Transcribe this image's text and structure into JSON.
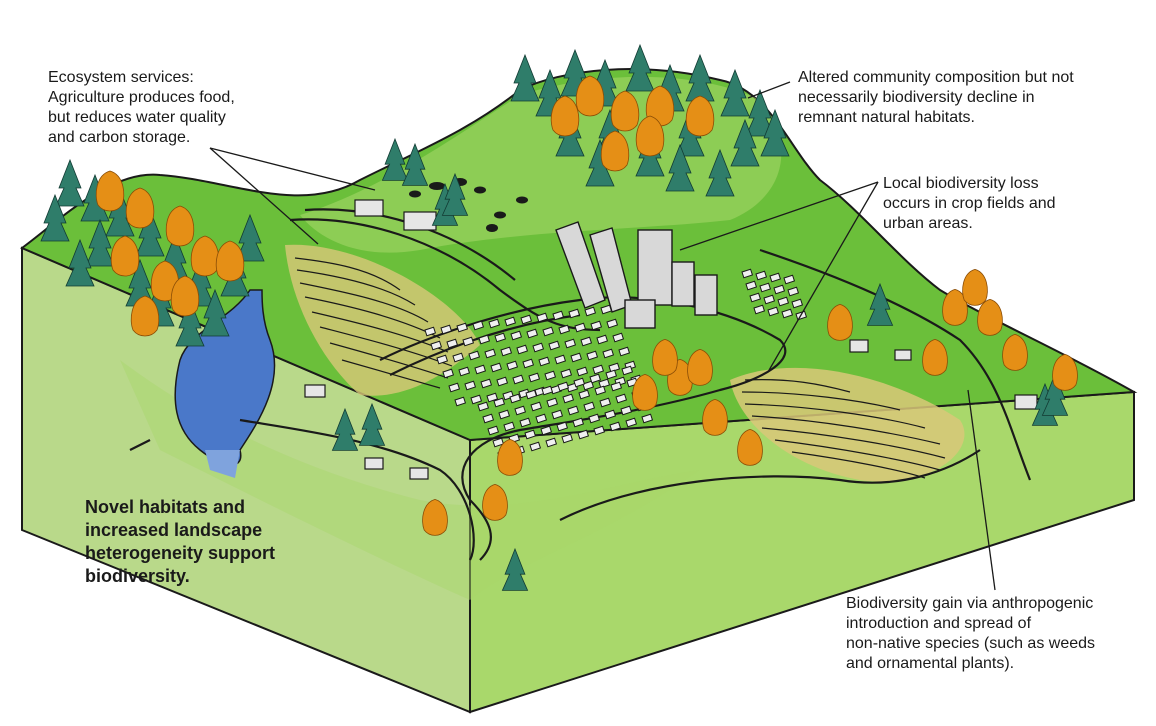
{
  "colors": {
    "sky": "#ffffff",
    "grass_dark": "#3f9a2c",
    "grass_mid": "#6bbf3a",
    "grass_light": "#a9d86b",
    "soil_side": "#b9d98a",
    "water": "#4a78c9",
    "conifer": "#2f7d6a",
    "deciduous": "#e58f16",
    "field": "#d9c879",
    "building": "#d8d8d8",
    "ink": "#1a1a1a"
  },
  "annotations": {
    "ecosystem_services": "Ecosystem services:\nAgriculture produces food,\nbut reduces water quality\nand carbon storage.",
    "altered_community": "Altered community composition but not\nnecessarily biodiversity decline in\nremnant natural habitats.",
    "local_loss": "Local biodiversity loss\noccurs in crop fields and\nurban areas.",
    "novel_habitats": "Novel habitats and\nincreased landscape\nheterogeneity support\nbiodiversity.",
    "biodiversity_gain": "Biodiversity gain via anthropogenic\nintroduction and spread of\nnon-native species (such as weeds\nand ornamental plants)."
  }
}
